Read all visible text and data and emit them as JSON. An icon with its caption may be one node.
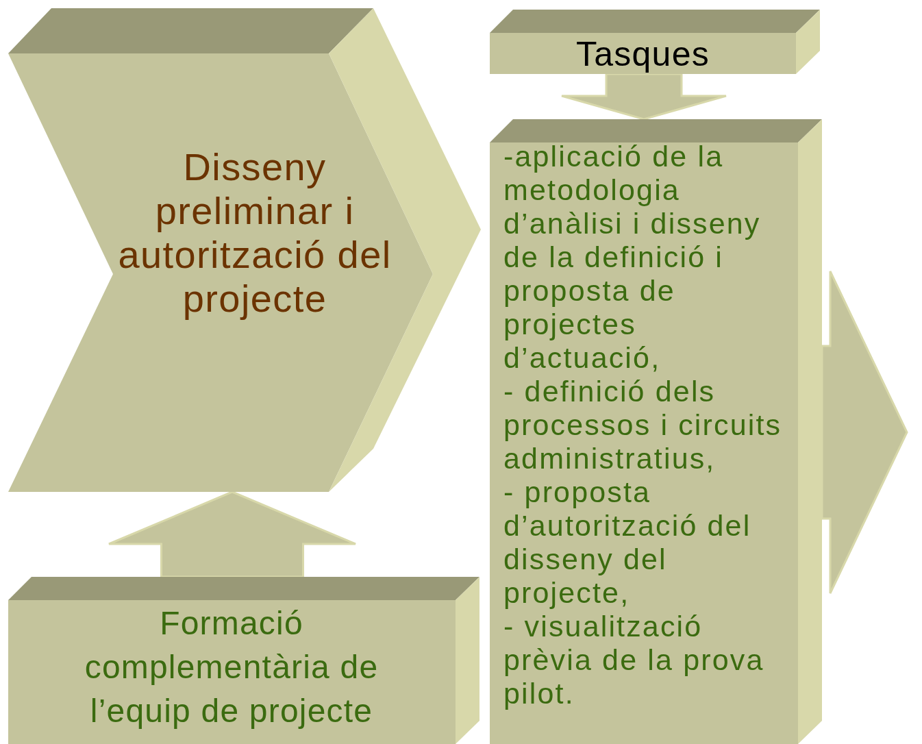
{
  "diagram": {
    "nodes": [
      {
        "text": [
          "Disseny preliminar i autorització del projecte"
        ]
      },
      {
        "text": [
          "Tasques"
        ]
      },
      {
        "text": [
          "-aplicació de la metodologia d’anàlisi i disseny de la definició i proposta de projectes d’actuació,",
          "- definició dels processos i circuits administratius,",
          "- proposta d’autorització del disseny del projecte,",
          "- visualització prèvia de la prova pilot."
        ]
      },
      {
        "text": [
          "Formació complementària de l’equip de projecte"
        ]
      }
    ],
    "edges": [
      {
        "from": 1,
        "to": 2,
        "arrow": "to"
      },
      {
        "from": 3,
        "to": 0,
        "arrow": "to"
      },
      {
        "from": 2,
        "to": null,
        "arrow": "to"
      }
    ]
  }
}
